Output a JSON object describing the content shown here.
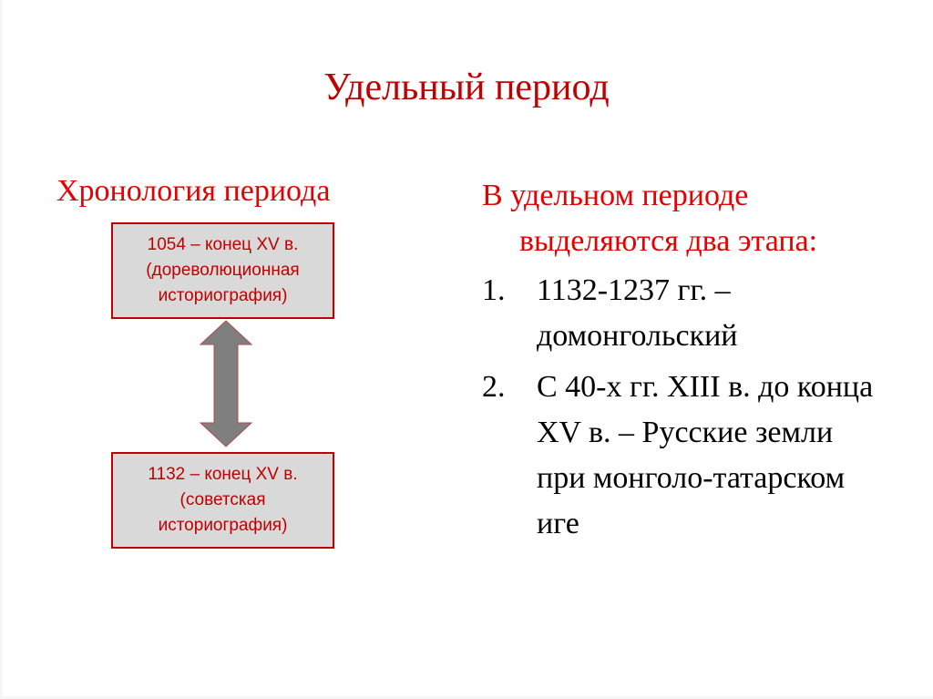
{
  "slide": {
    "title": "Удельный период",
    "colors": {
      "title": "#c00000",
      "heading": "#e60000",
      "box_fill": "#d9d9d9",
      "box_border": "#c00000",
      "arrow_fill": "#7f7f7f"
    }
  },
  "left": {
    "heading": "Хронология периода",
    "boxes": [
      {
        "line1": "1054 – конец XV в.",
        "line2": "(дореволюционная",
        "line3": "историография)"
      },
      {
        "line1": "1132 – конец XV в.",
        "line2": "(советская",
        "line3": "историография)"
      }
    ],
    "arrow_icon": "double-vertical-arrow"
  },
  "right": {
    "heading": "В удельном периоде выделяются два этапа:",
    "stages": [
      {
        "number": "1.",
        "text": "1132-1237 гг. – домонгольский"
      },
      {
        "number": "2.",
        "text": "С 40-х гг. XIII в. до конца XV в. – Русские земли при монголо-татарском иге"
      }
    ]
  }
}
